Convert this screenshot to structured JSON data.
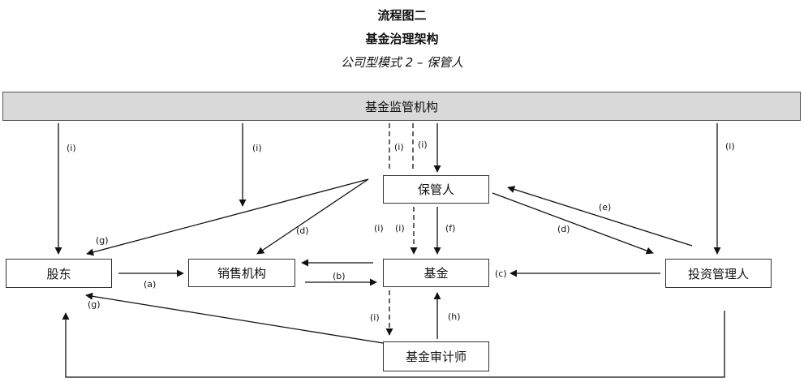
{
  "header": {
    "title": "流程图二",
    "subtitle": "基金治理架构",
    "model": "公司型模式 2 –  保管人"
  },
  "nodes": {
    "regulator": "基金监管机构",
    "custodian": "保管人",
    "shareholders": "股东",
    "distributor": "销售机构",
    "fund": "基金",
    "manager": "投资管理人",
    "auditor": "基金审计师"
  },
  "edge_labels": {
    "reg_shareholders": "(i)",
    "reg_distributor": "(i)",
    "reg_custodian_dashed": "(i)",
    "reg_custodian": "(i)",
    "reg_manager": "(i)",
    "cust_shareholders": "(g)",
    "cust_distributor": "(d)",
    "cust_fund_i1": "(i)",
    "cust_fund_i2": "(i)",
    "cust_fund_f": "(f)",
    "cust_manager_d": "(d)",
    "manager_cust_e": "(e)",
    "shareholders_distributor": "(a)",
    "distributor_fund": "(b)",
    "manager_fund": "(c)",
    "auditor_shareholders": "(g)",
    "fund_auditor": "(i)",
    "auditor_fund": "(h)"
  }
}
